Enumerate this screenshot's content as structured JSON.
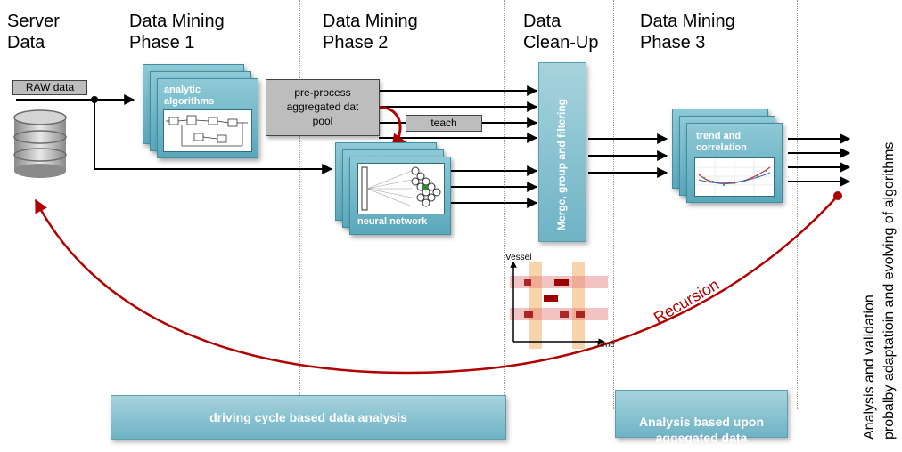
{
  "columns": {
    "server": "Server\nData",
    "phase1": "Data Mining\nPhase 1",
    "phase2": "Data Mining\nPhase 2",
    "cleanup": "Data\nClean-Up",
    "phase3": "Data Mining\nPhase 3"
  },
  "raw_data_label": "RAW data",
  "analytic_algorithms_label": "analytic\nalgorithms",
  "preprocess_label": "pre-process\naggregated dat\npool",
  "teach_label": "teach",
  "neural_network_label": "neural network",
  "merge_label": "Merge, group and filtering",
  "trend_label": "trend and\ncorrelation",
  "vessel_label": "Vessel",
  "time_label": "Time",
  "recursion_label": "Recursion",
  "band_left": "driving cycle based data analysis",
  "band_right": "Analysis based upon\naggegated data",
  "side_text_line1": "Analysis and validation",
  "side_text_line2": "probalby adaptatioin and evolving of algorithms",
  "colors": {
    "accent": "#6fb3c5",
    "recursion": "#b00000",
    "gray": "#bdbdbd"
  }
}
